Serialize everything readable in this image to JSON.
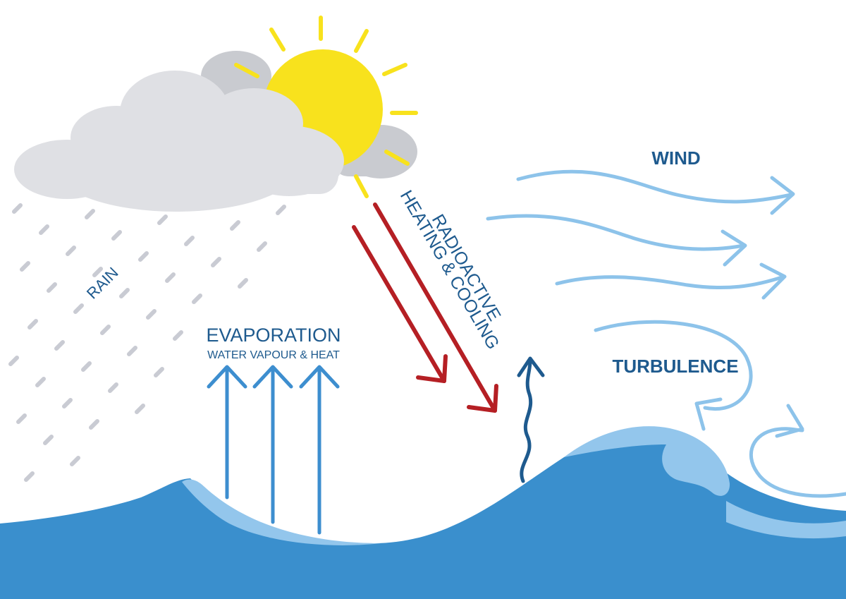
{
  "labels": {
    "rain": "RAIN",
    "evaporation_title": "EVAPORATION",
    "evaporation_sub": "WATER VAPOUR & HEAT",
    "radioactive_line1": "RADIOACTIVE",
    "radioactive_line2": "HEATING & COOLING",
    "wind": "WIND",
    "turbulence": "TURBULENCE"
  },
  "colors": {
    "label_text": "#1e5a8e",
    "sun": "#f8e21d",
    "cloud_front": "#dfe0e4",
    "cloud_back": "#c9cbd0",
    "rain_drops": "#c9cbd3",
    "evaporation_arrows": "#3d8ecf",
    "radiation_arrows": "#b51f24",
    "wind_arrows": "#8dc3ea",
    "sea_dark": "#3a8fcd",
    "sea_light": "#93c6ec",
    "wavy_arrow": "#1e5a8e"
  },
  "icons": {
    "sun": "sun-icon",
    "cloud": "cloud-icon",
    "rain": "rain-drops-icon",
    "sea": "wave-icon"
  }
}
